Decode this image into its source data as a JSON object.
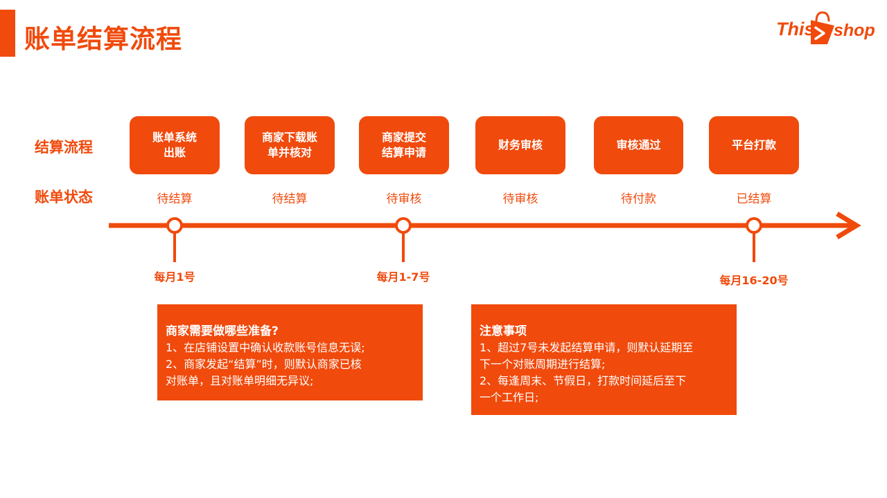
{
  "header": {
    "title": "账单结算流程",
    "logo": {
      "left": "This",
      "right": "shop"
    }
  },
  "row_labels": {
    "process": "结算流程",
    "status": "账单状态"
  },
  "steps": [
    {
      "line1": "账单系统",
      "line2": "出账",
      "status": "待结算"
    },
    {
      "line1": "商家下载账",
      "line2": "单并核对",
      "status": "待结算"
    },
    {
      "line1": "商家提交",
      "line2": "结算申请",
      "status": "待审核"
    },
    {
      "line1": "财务审核",
      "line2": "",
      "status": "待审核"
    },
    {
      "line1": "审核通过",
      "line2": "",
      "status": "待付款"
    },
    {
      "line1": "平台打款",
      "line2": "",
      "status": "已结算"
    }
  ],
  "milestones": [
    "每月1号",
    "每月1-7号",
    "每月16-20号"
  ],
  "notes": {
    "prep": {
      "title": "商家需要做哪些准备?",
      "lines": [
        "1、在店铺设置中确认收款账号信息无误;",
        "2、商家发起“结算”时，则默认商家已核",
        "对账单，且对账单明细无异议;"
      ]
    },
    "attention": {
      "title": "注意事项",
      "lines": [
        "1、超过7号未发起结算申请，则默认延期至",
        "下一个对账周期进行结算;",
        "2、每逢周末、节假日，打款时间延后至下",
        "一个工作日;"
      ]
    }
  },
  "colors": {
    "accent": "#f04a0c",
    "text_on_accent": "#ffffff",
    "background": "#ffffff"
  }
}
